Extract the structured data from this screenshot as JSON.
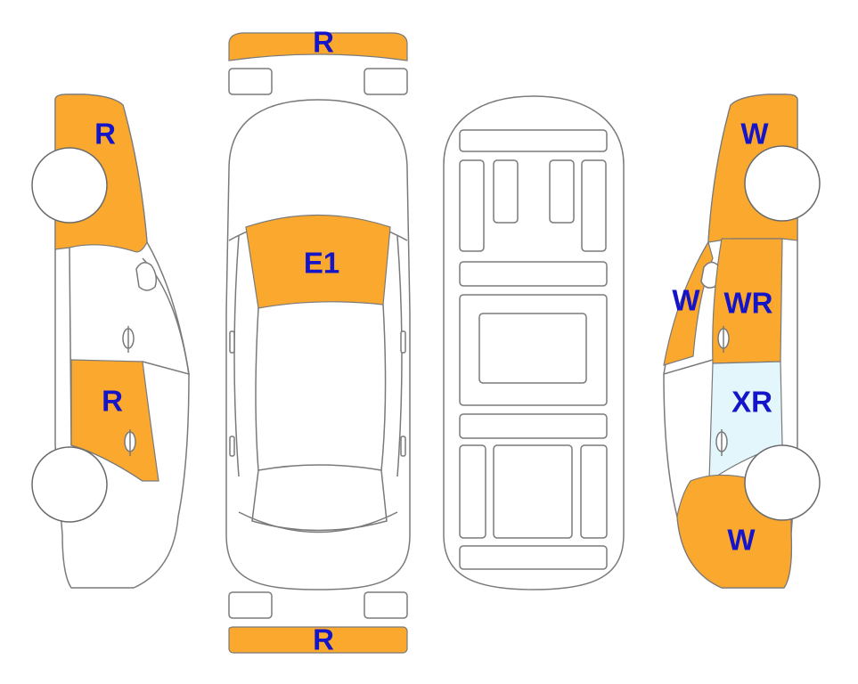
{
  "colors": {
    "damage_fill": "#FBA82E",
    "glass_damage_fill": "#E2F6FC",
    "label": "#1414C8",
    "outline": "#7A7A7A",
    "background": "#FFFFFF"
  },
  "views": {
    "left_side": {
      "front_label": "R",
      "rear_door_label": "R"
    },
    "front_bumper": {
      "label": "R"
    },
    "top": {
      "windshield_label": "E1"
    },
    "interior": {},
    "rear_bumper": {
      "label": "R"
    },
    "right_side": {
      "front_label": "W",
      "window_label": "W",
      "front_door_label": "WR",
      "rear_door_label": "XR",
      "rear_label": "W"
    }
  }
}
